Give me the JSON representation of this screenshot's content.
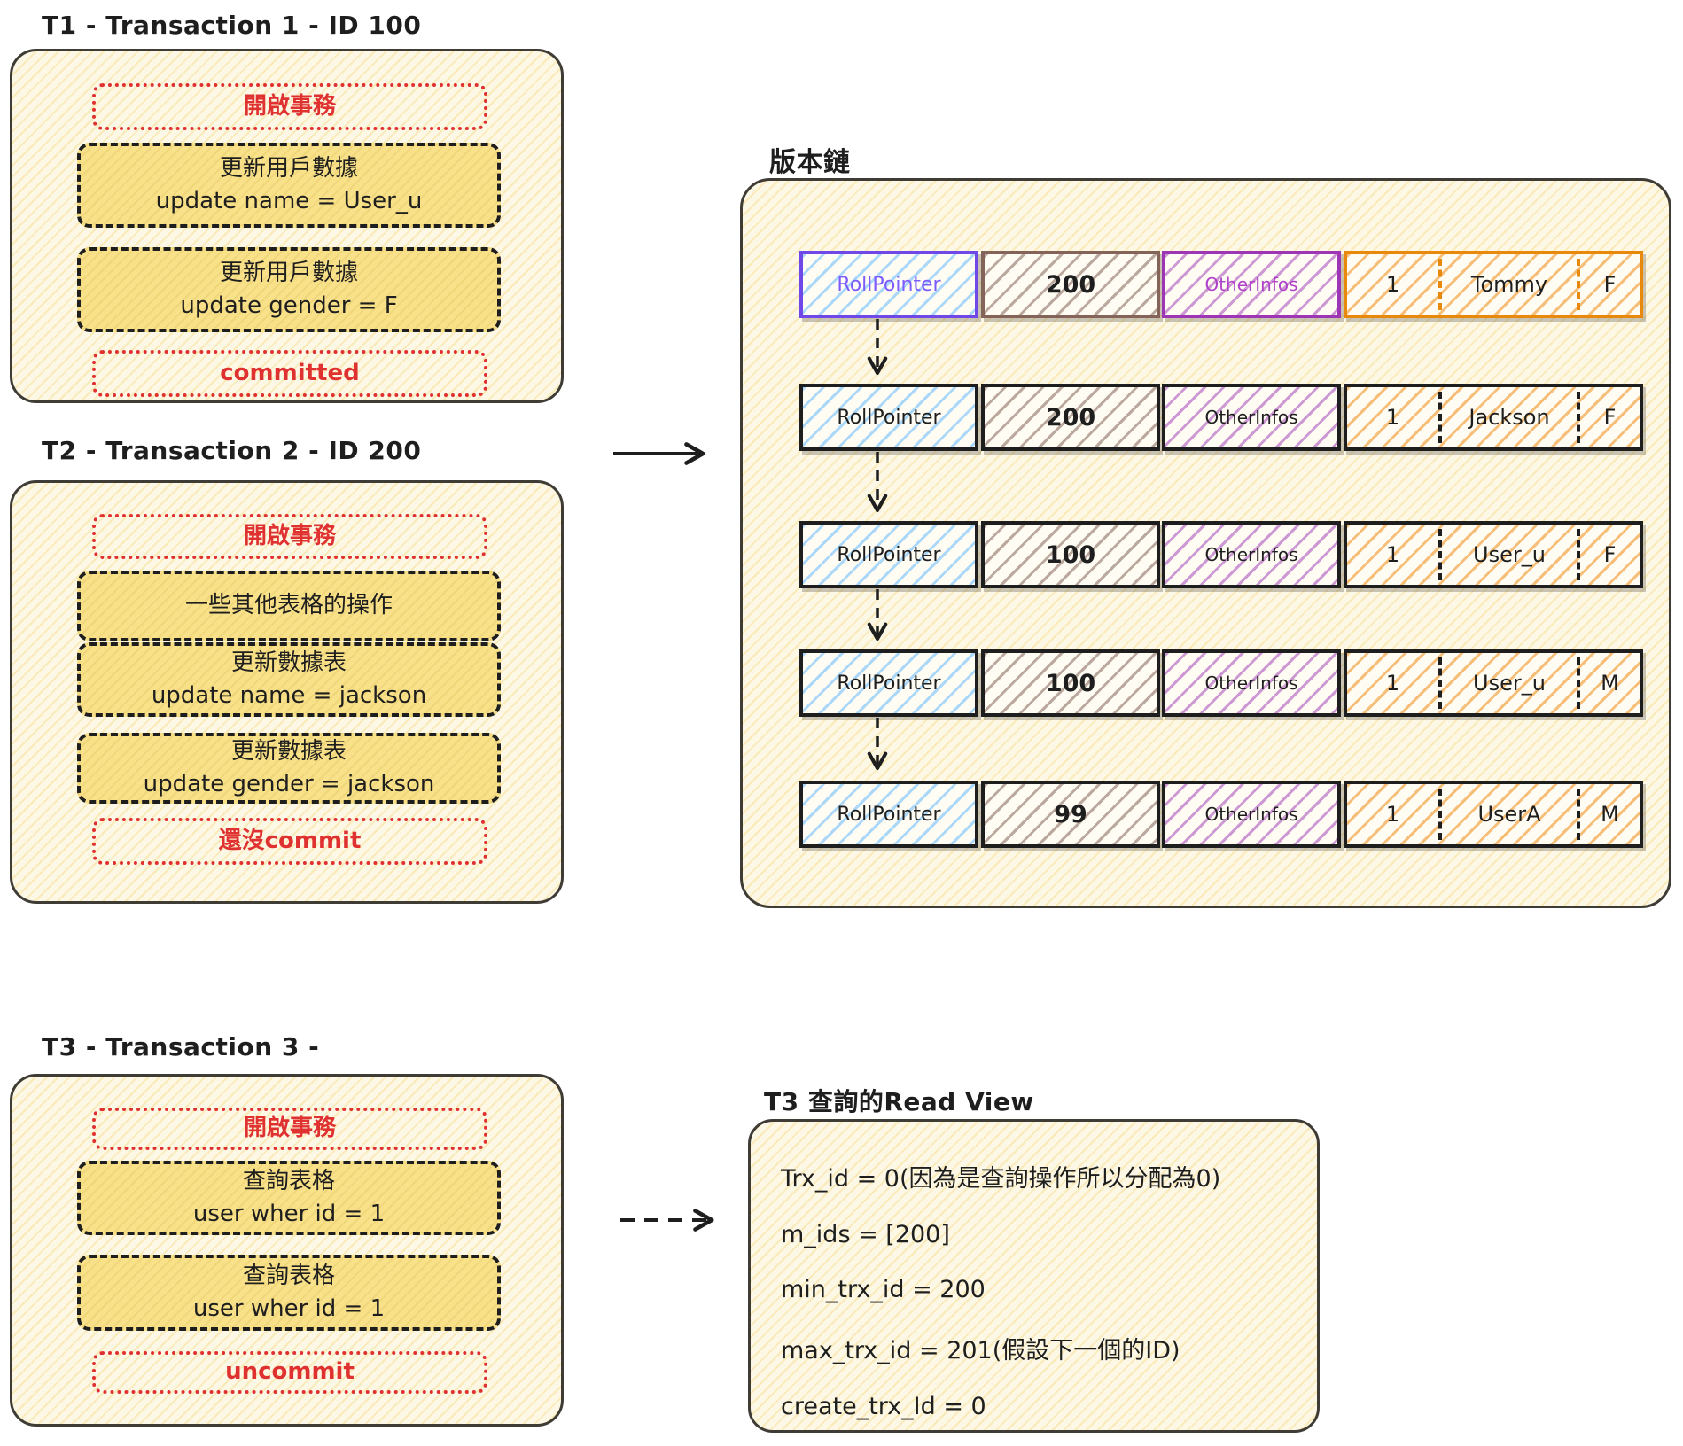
{
  "colors": {
    "red": "#e03131",
    "ink": "#1e1e1e",
    "violet": "#7048e8",
    "brown": "#846358",
    "purple": "#9c36b5",
    "orange": "#e8890c",
    "blue_hatch": "#74c0fc",
    "item_yellow": "#f8e189",
    "panel_cream": "#fdf8e6"
  },
  "transactions": [
    {
      "title": "T1 - Transaction 1 - ID 100",
      "steps": [
        {
          "style": "red-dotted",
          "lines": [
            "開啟事務"
          ]
        },
        {
          "style": "black-dashed",
          "lines": [
            "更新用戶數據",
            "update name = User_u"
          ]
        },
        {
          "style": "black-dashed",
          "lines": [
            "更新用戶數據",
            "update gender = F"
          ]
        },
        {
          "style": "red-dotted",
          "lines": [
            "committed"
          ]
        }
      ]
    },
    {
      "title": "T2 - Transaction 2 - ID 200",
      "steps": [
        {
          "style": "red-dotted",
          "lines": [
            "開啟事務"
          ]
        },
        {
          "style": "black-dashed",
          "lines": [
            "一些其他表格的操作"
          ]
        },
        {
          "style": "black-dashed",
          "lines": [
            "更新數據表",
            "update name = jackson"
          ]
        },
        {
          "style": "black-dashed",
          "lines": [
            "更新數據表",
            "update gender = jackson"
          ]
        },
        {
          "style": "red-dotted",
          "lines": [
            "還沒commit"
          ]
        }
      ]
    },
    {
      "title": "T3 - Transaction 3 -",
      "steps": [
        {
          "style": "red-dotted",
          "lines": [
            "開啟事務"
          ]
        },
        {
          "style": "black-dashed",
          "lines": [
            "查詢表格",
            "user wher id = 1"
          ]
        },
        {
          "style": "black-dashed",
          "lines": [
            "查詢表格",
            "user wher id = 1"
          ]
        },
        {
          "style": "red-dotted",
          "lines": [
            "uncommit"
          ]
        }
      ]
    }
  ],
  "version_chain": {
    "title": "版本鏈",
    "rows": [
      {
        "roll_pointer": "RollPointer",
        "trx_id": "200",
        "other_infos": "OtherInfos",
        "record_id": "1",
        "record_name": "Tommy",
        "record_gender": "F"
      },
      {
        "roll_pointer": "RollPointer",
        "trx_id": "200",
        "other_infos": "OtherInfos",
        "record_id": "1",
        "record_name": "Jackson",
        "record_gender": "F"
      },
      {
        "roll_pointer": "RollPointer",
        "trx_id": "100",
        "other_infos": "OtherInfos",
        "record_id": "1",
        "record_name": "User_u",
        "record_gender": "F"
      },
      {
        "roll_pointer": "RollPointer",
        "trx_id": "100",
        "other_infos": "OtherInfos",
        "record_id": "1",
        "record_name": "User_u",
        "record_gender": "M"
      },
      {
        "roll_pointer": "RollPointer",
        "trx_id": "99",
        "other_infos": "OtherInfos",
        "record_id": "1",
        "record_name": "UserA",
        "record_gender": "M"
      }
    ]
  },
  "read_view": {
    "title": "T3 查詢的Read View",
    "lines": [
      "Trx_id = 0(因為是查詢操作所以分配為0)",
      "m_ids = [200]",
      "min_trx_id = 200",
      "max_trx_id = 201(假設下一個的ID)",
      "create_trx_Id = 0"
    ]
  }
}
